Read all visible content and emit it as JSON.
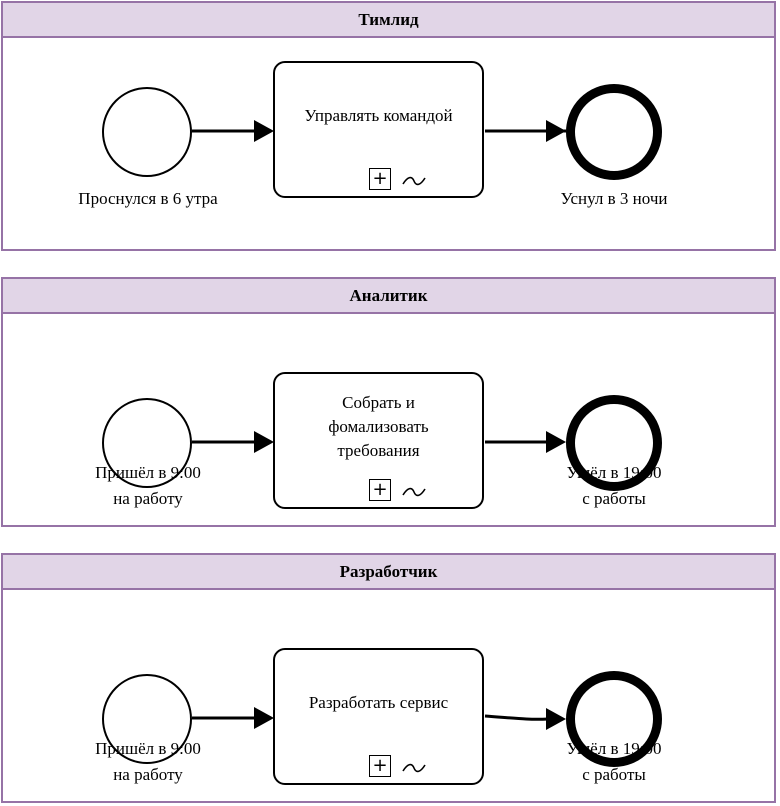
{
  "colors": {
    "pool_border": "#9673a6",
    "pool_header_fill": "#e1d5e7",
    "stroke": "#000000"
  },
  "icons": {
    "subprocess": "plus-box",
    "adhoc": "tilde"
  },
  "pools": [
    {
      "title": "Тимлид",
      "start_label": "Проснулся в 6 утра",
      "task_label": "Управлять командой",
      "end_label": "Уснул в 3 ночи"
    },
    {
      "title": "Аналитик",
      "start_label": "Пришёл в 9:00\nна работу",
      "task_label": "Собрать и\nфомализовать\nтребования",
      "end_label": "Ушёл в 19:00\nс работы"
    },
    {
      "title": "Разработчик",
      "start_label": "Пришёл в 9:00\nна работу",
      "task_label": "Разработать сервис",
      "end_label": "Ушёл в 19:00\nс работы"
    }
  ]
}
